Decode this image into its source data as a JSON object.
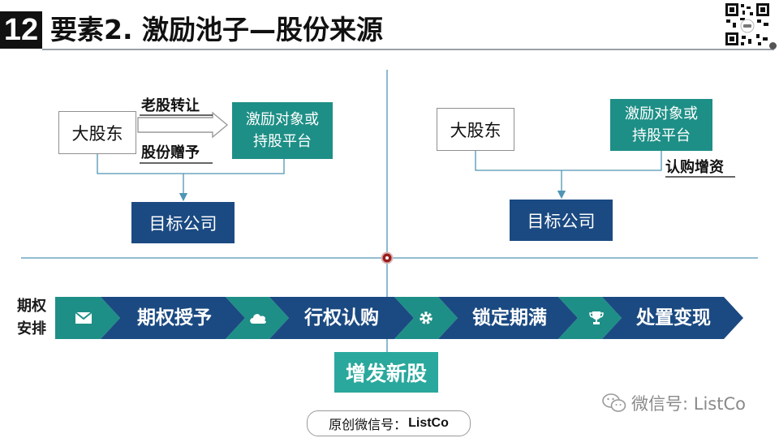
{
  "header": {
    "number": "12",
    "title": "要素2. 激励池子—股份来源"
  },
  "left_diagram": {
    "shareholder": "大股东",
    "transfer_label": "老股转让",
    "gift_label": "股份赠予",
    "recipient_line1": "激励对象或",
    "recipient_line2": "持股平台",
    "target": "目标公司"
  },
  "right_diagram": {
    "shareholder": "大股东",
    "recipient_line1": "激励对象或",
    "recipient_line2": "持股平台",
    "subscribe_label": "认购增资",
    "target": "目标公司"
  },
  "timeline": {
    "label_line1": "期权",
    "label_line2": "安排",
    "steps": [
      {
        "icon": "envelope-icon",
        "label": "期权授予"
      },
      {
        "icon": "cloud-icon",
        "label": "行权认购"
      },
      {
        "icon": "gear-icon",
        "label": "锁定期满"
      },
      {
        "icon": "trophy-icon",
        "label": "处置变现"
      }
    ],
    "issue_label": "增发新股"
  },
  "watermark": {
    "text": "微信号: ListCo"
  },
  "footer": {
    "prefix": "原创微信号：",
    "account": "ListCo"
  },
  "colors": {
    "navy": "#1b4a82",
    "teal": "#1e8f86",
    "teal_light": "#2aa89d",
    "line": "#4f95b5",
    "dot": "#9b1c1c"
  }
}
